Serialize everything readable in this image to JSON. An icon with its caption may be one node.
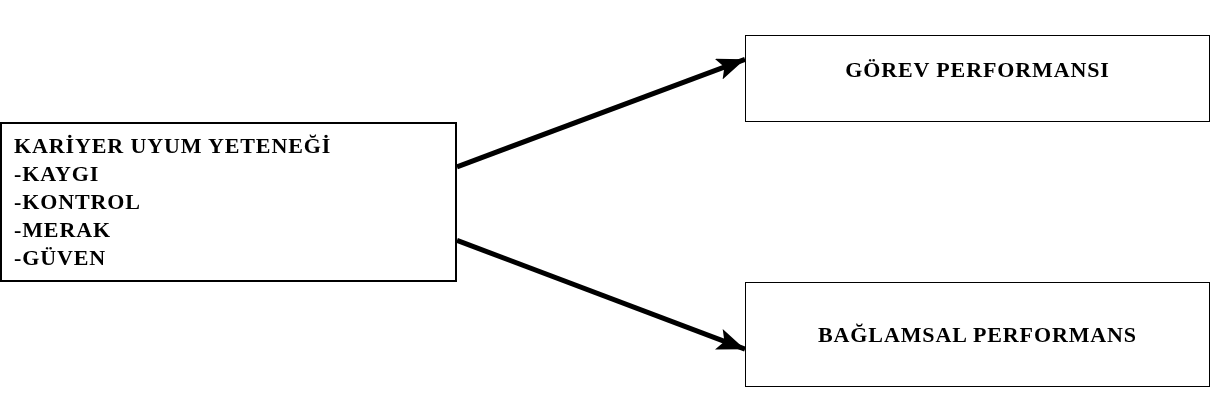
{
  "diagram": {
    "nodes": [
      {
        "text": [
          "KARİYER UYUM YETENEĞİ",
          "-KAYGI",
          "-KONTROL",
          "-MERAK",
          "-GÜVEN"
        ]
      },
      {
        "text": [
          "GÖREV PERFORMANSI"
        ]
      },
      {
        "text": [
          "BAĞLAMSAL PERFORMANS"
        ]
      }
    ],
    "edges": [
      {
        "from": 0,
        "to": 1,
        "arrow": "to"
      },
      {
        "from": 0,
        "to": 2,
        "arrow": "to"
      }
    ]
  }
}
